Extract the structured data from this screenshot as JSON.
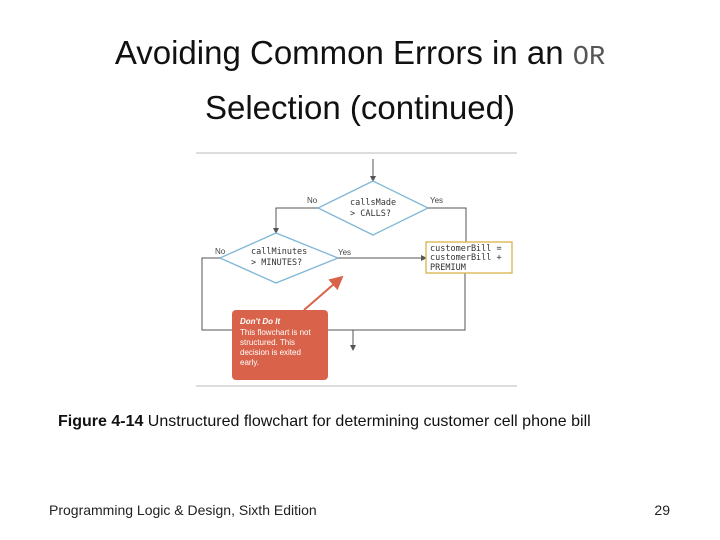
{
  "slide": {
    "title_line1_prefix": "Avoiding Common Errors in an ",
    "title_keyword": "OR",
    "title_line2": "Selection (continued)",
    "caption_label": "Figure 4-14",
    "caption_text": " Unstructured flowchart for determining customer cell phone bill",
    "footer_left": "Programming Logic & Design, Sixth Edition",
    "page_number": "29"
  },
  "flowchart": {
    "decision1_line1": "callsMade",
    "decision1_line2": "> CALLS?",
    "decision1_no": "No",
    "decision1_yes": "Yes",
    "decision2_line1": "callMinutes",
    "decision2_line2": "> MINUTES?",
    "decision2_no": "No",
    "decision2_yes": "Yes",
    "process_line1": "customerBill =",
    "process_line2": "customerBill +",
    "process_line3": "PREMIUM",
    "note_title": "Don't Do It",
    "note_line1": "This flowchart is not",
    "note_line2": "structured. This",
    "note_line3": "decision is exited",
    "note_line4": "early.",
    "colors": {
      "process_border": "#d8b24a",
      "decision_border": "#7fb6d6",
      "note_fill": "#d9634a",
      "line": "#555555"
    }
  }
}
